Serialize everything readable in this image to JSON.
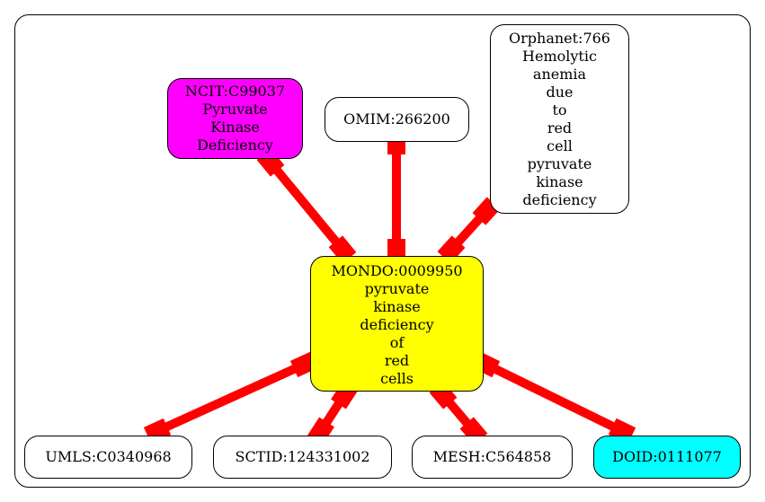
{
  "colors": {
    "edge": "#ff0000",
    "center_fill": "#ffff00",
    "ncit_fill": "#ff00ff",
    "doid_fill": "#00ffff",
    "default_fill": "#ffffff",
    "stroke": "#000000"
  },
  "nodes": {
    "center": "MONDO:0009950\npyruvate\nkinase\ndeficiency\nof\nred\ncells",
    "ncit": "NCIT:C99037\nPyruvate\nKinase\nDeficiency",
    "omim": "OMIM:266200",
    "orphanet": "Orphanet:766\nHemolytic\nanemia\ndue\nto\nred\ncell\npyruvate\nkinase\ndeficiency",
    "umls": "UMLS:C0340968",
    "sctid": "SCTID:124331002",
    "mesh": "MESH:C564858",
    "doid": "DOID:0111077"
  }
}
